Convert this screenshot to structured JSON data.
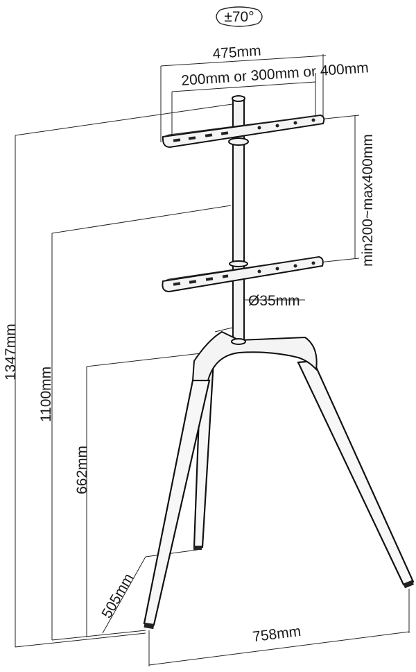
{
  "labels": {
    "rotation": "±70°",
    "width_475": "475mm",
    "vesa_width": "200mm or 300mm or 400mm",
    "vesa_height": "min200~max400mm",
    "pole_diameter": "Ø35mm",
    "height_1347": "1347mm",
    "height_1100": "1100mm",
    "height_662": "662mm",
    "depth_505": "505mm",
    "width_758": "758mm"
  }
}
